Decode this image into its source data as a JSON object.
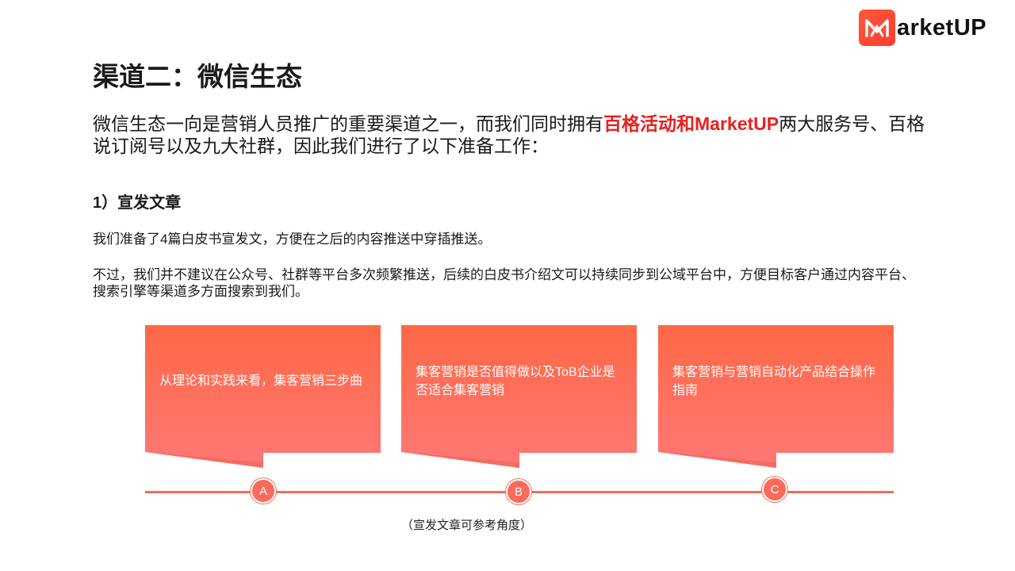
{
  "brand": {
    "logo_text": "arketUP",
    "accent_color": "#ff4a30"
  },
  "title": "渠道二：微信生态",
  "intro": {
    "before": "微信生态一向是营销人员推广的重要渠道之一，而我们同时拥有",
    "highlight": "百格活动和MarketUP",
    "after": "两大服务号、百格说订阅号以及九大社群，因此我们进行了以下准备工作："
  },
  "section": {
    "heading": "1）宣发文章",
    "paragraph_1": "我们准备了4篇白皮书宣发文，方便在之后的内容推送中穿插推送。",
    "paragraph_2": "不过，我们并不建议在公众号、社群等平台多次频繁推送，后续的白皮书介绍文可以持续同步到公域平台中，方便目标客户通过内容平台、搜索引擎等渠道多方面搜索到我们。"
  },
  "cards": [
    {
      "marker": "A",
      "text": "从理论和实践来看，集客营销三步曲"
    },
    {
      "marker": "B",
      "text": "集客营销是否值得做以及ToB企业是否适合集客营销"
    },
    {
      "marker": "C",
      "text": "集客营销与营销自动化产品结合操作指南"
    }
  ],
  "caption": "（宣发文章可参考角度）",
  "colors": {
    "card_top": "#ff6845",
    "card_bottom": "#ff7876",
    "highlight": "#e8201e",
    "timeline": "#f46c56"
  }
}
